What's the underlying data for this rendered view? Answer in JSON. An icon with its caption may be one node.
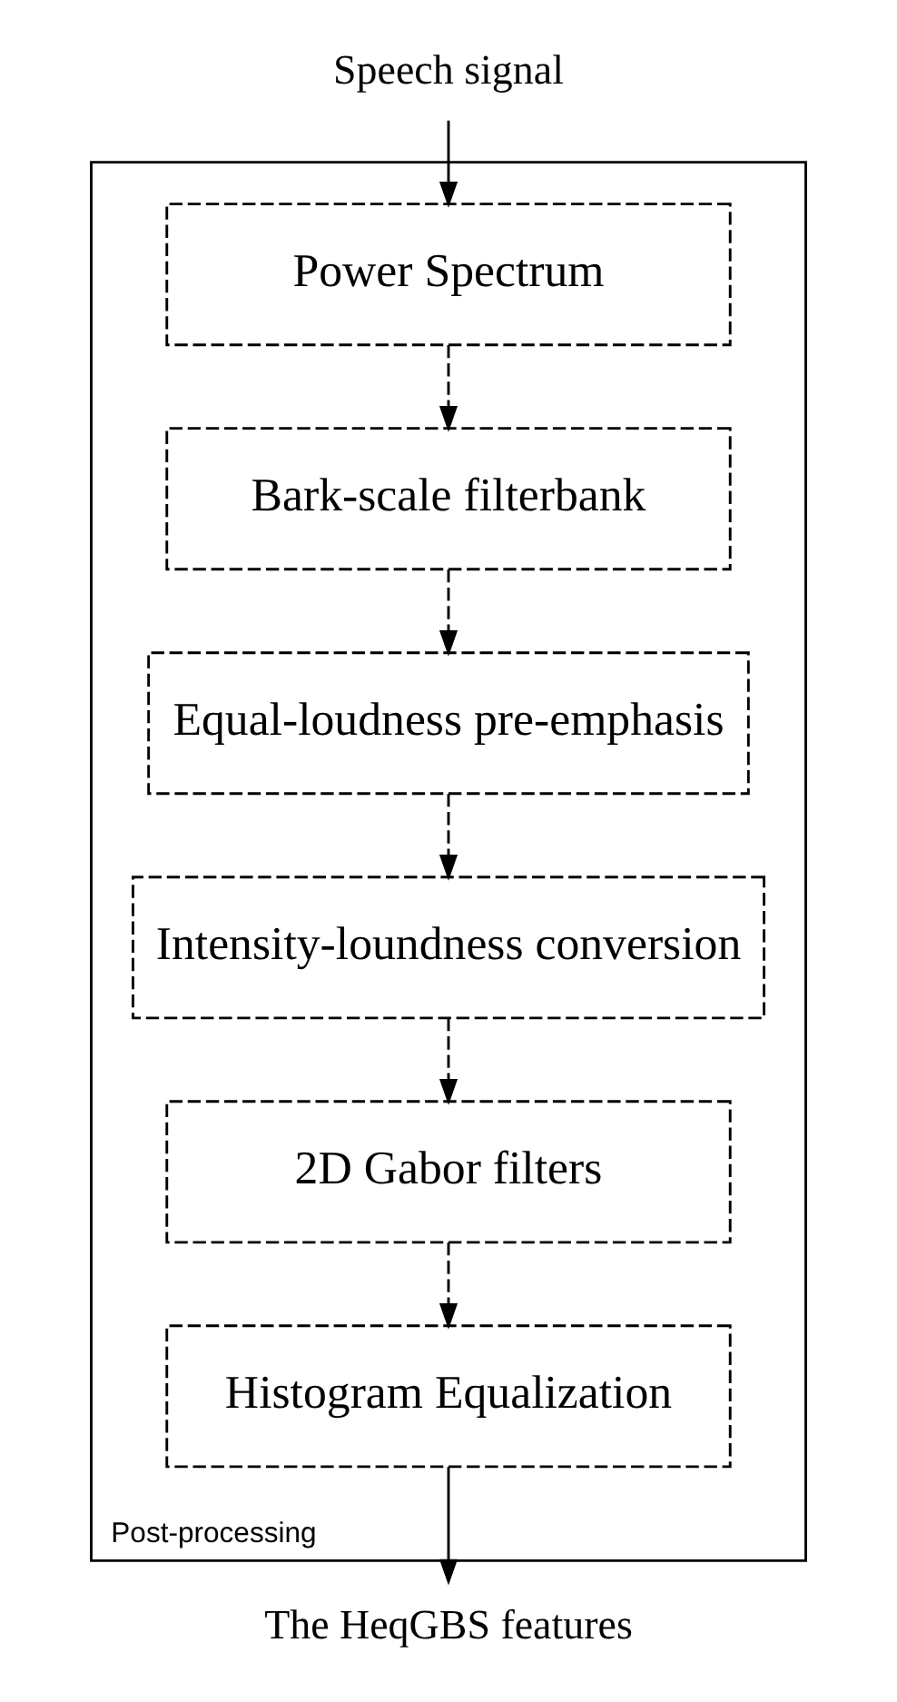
{
  "diagram": {
    "nodes": [
      {
        "text": [
          "Speech signal"
        ]
      },
      {
        "text": [
          "Post-processing"
        ]
      },
      {
        "text": [
          "Power Spectrum"
        ],
        "in": 1
      },
      {
        "text": [
          "Bark-scale filterbank"
        ],
        "in": 1
      },
      {
        "text": [
          "Equal-loudness pre-emphasis"
        ],
        "in": 1
      },
      {
        "text": [
          "Intensity-loundness conversion"
        ],
        "in": 1
      },
      {
        "text": [
          "2D Gabor filters"
        ],
        "in": 1
      },
      {
        "text": [
          "Histogram Equalization"
        ],
        "in": 1
      },
      {
        "text": [
          "The HeqGBS features"
        ]
      }
    ],
    "edges": [
      {
        "from": 0,
        "to": 2,
        "arrow": "to"
      },
      {
        "from": 2,
        "to": 3,
        "arrow": "to",
        "style": "dashed"
      },
      {
        "from": 3,
        "to": 4,
        "arrow": "to",
        "style": "dashed"
      },
      {
        "from": 4,
        "to": 5,
        "arrow": "to",
        "style": "dashed"
      },
      {
        "from": 5,
        "to": 6,
        "arrow": "to",
        "style": "dashed"
      },
      {
        "from": 6,
        "to": 7,
        "arrow": "to",
        "style": "dashed"
      },
      {
        "from": 7,
        "to": 8,
        "arrow": "to"
      }
    ]
  }
}
